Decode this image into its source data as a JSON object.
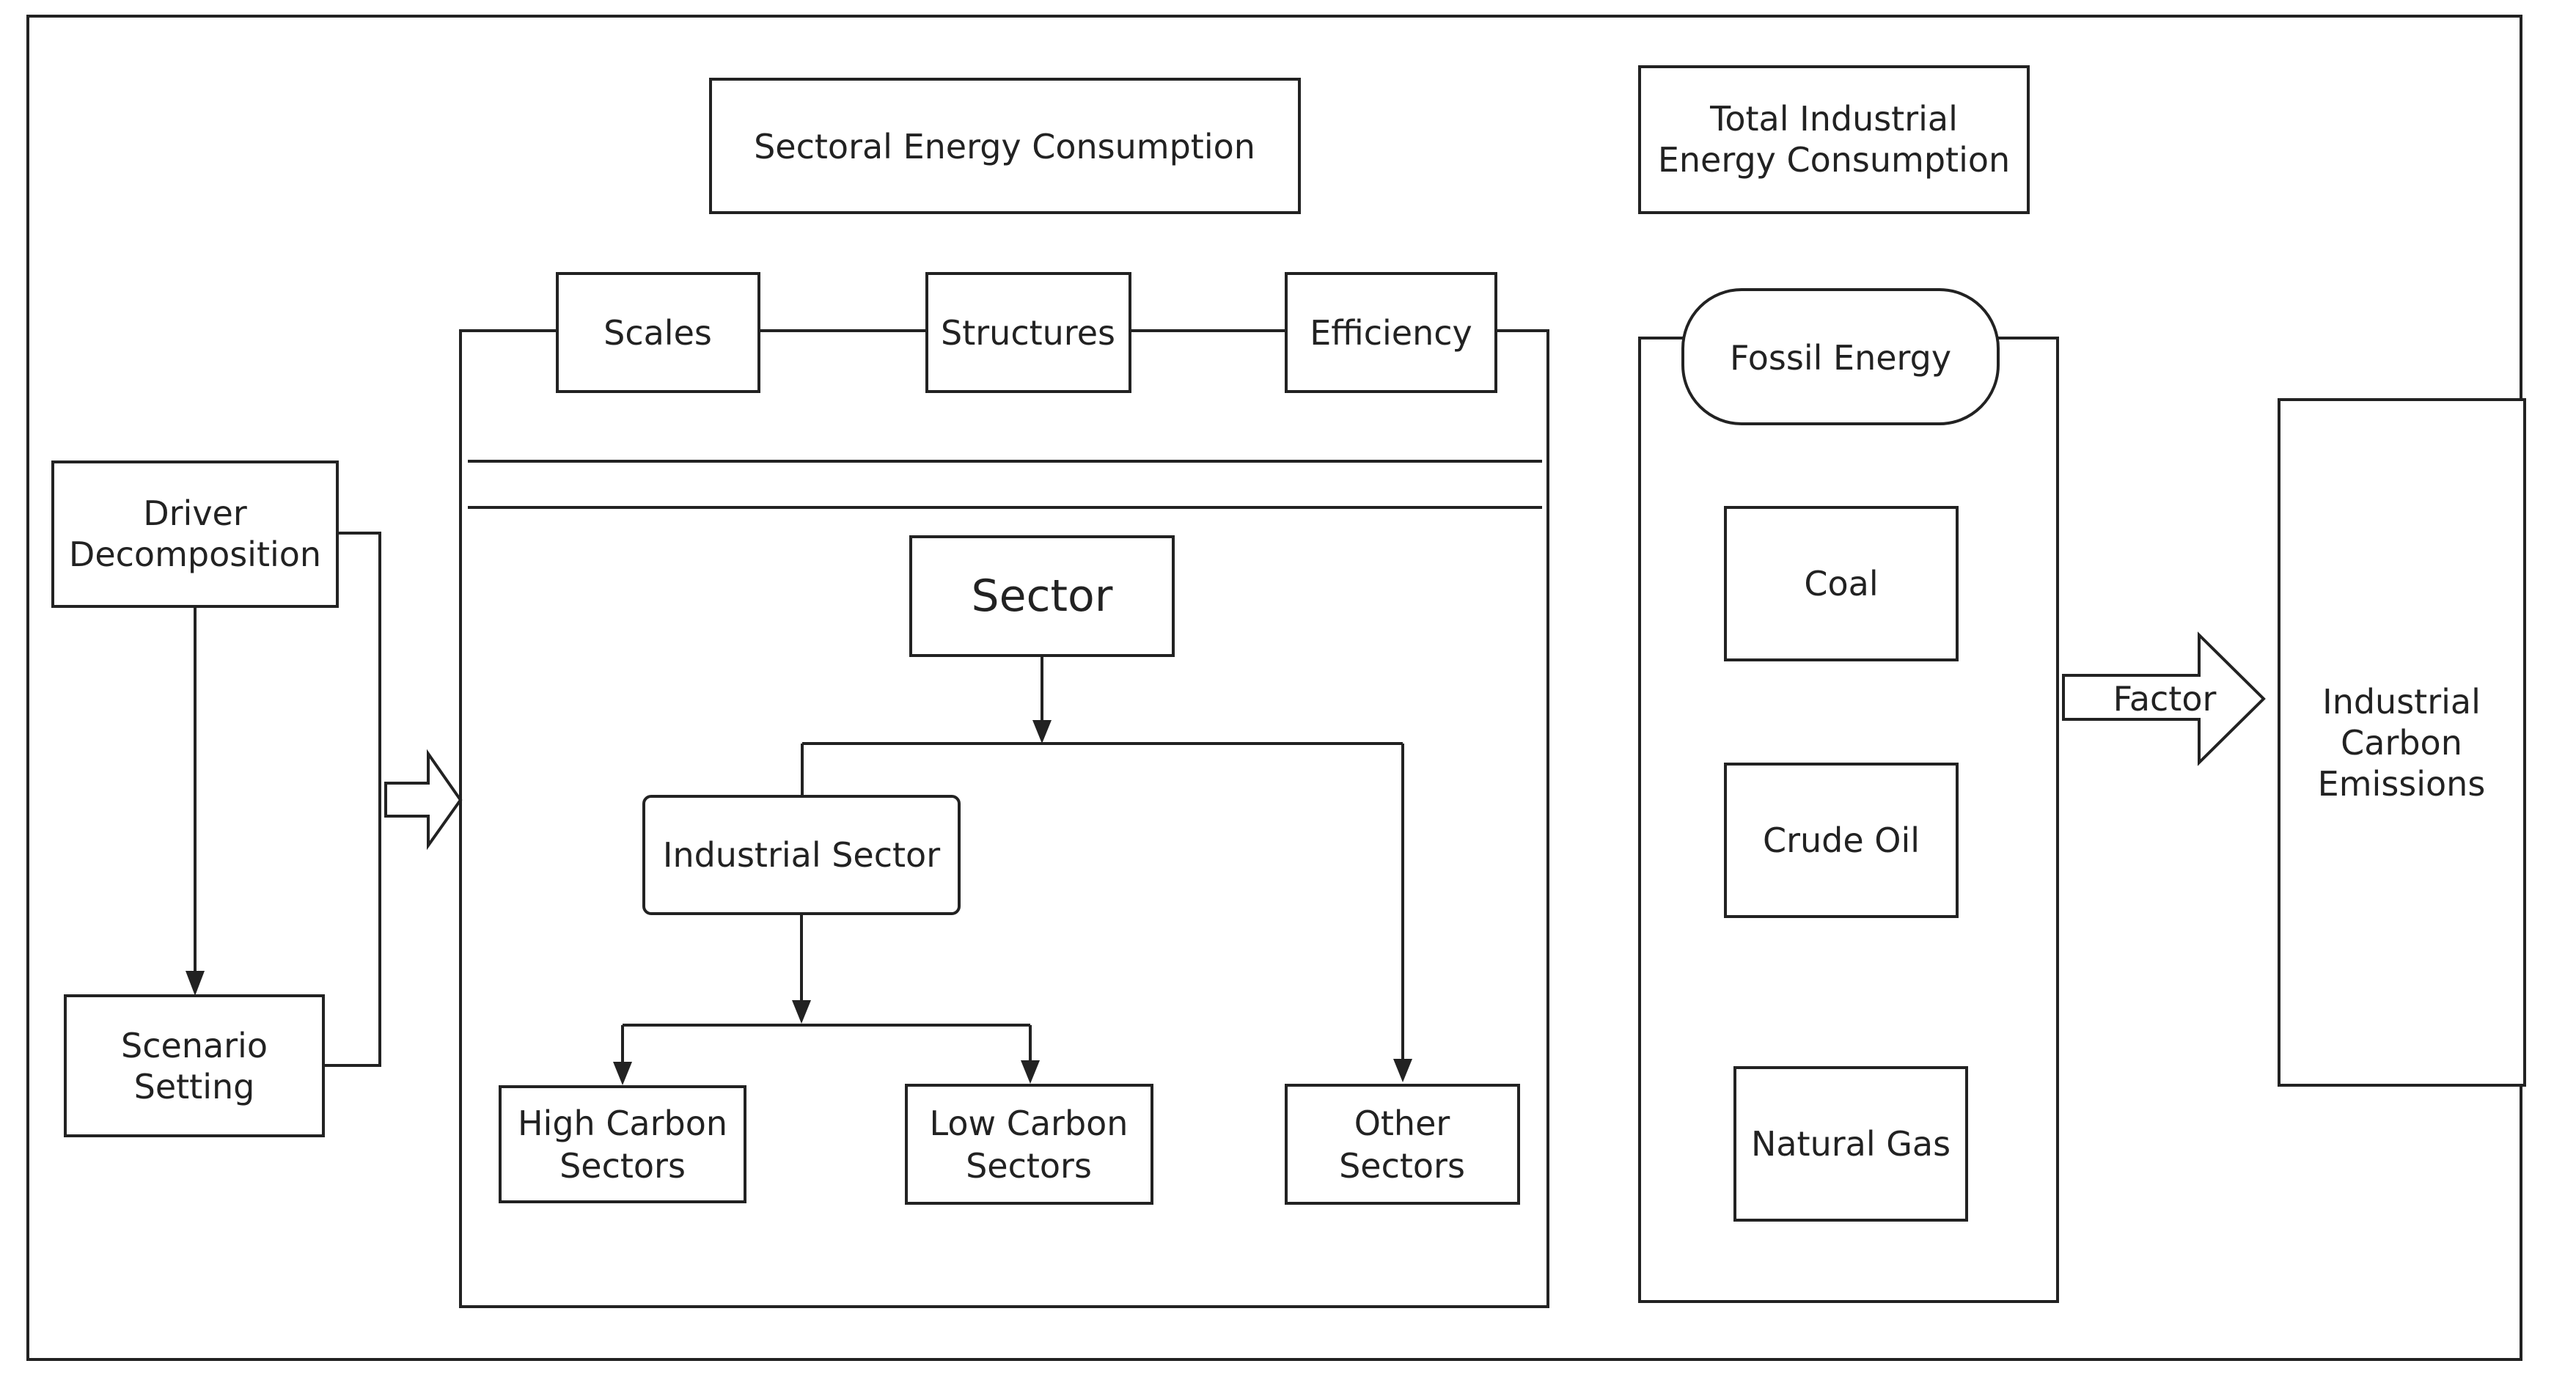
{
  "labels": {
    "sectoral_energy": "Sectoral Energy Consumption",
    "total_industrial_1": "Total Industrial",
    "total_industrial_2": "Energy Consumption",
    "scales": "Scales",
    "structures": "Structures",
    "efficiency": "Efficiency",
    "fossil_energy": "Fossil Energy",
    "driver_1": "Driver",
    "driver_2": "Decomposition",
    "scenario_1": "Scenario",
    "scenario_2": "Setting",
    "sector": "Sector",
    "industrial_sector": "Industrial Sector",
    "high_carbon_1": "High Carbon",
    "high_carbon_2": "Sectors",
    "low_carbon_1": "Low Carbon",
    "low_carbon_2": "Sectors",
    "other_1": "Other",
    "other_2": "Sectors",
    "coal": "Coal",
    "crude_oil": "Crude Oil",
    "natural_gas": "Natural Gas",
    "factor": "Factor",
    "emissions_1": "Industrial",
    "emissions_2": "Carbon",
    "emissions_3": "Emissions"
  }
}
